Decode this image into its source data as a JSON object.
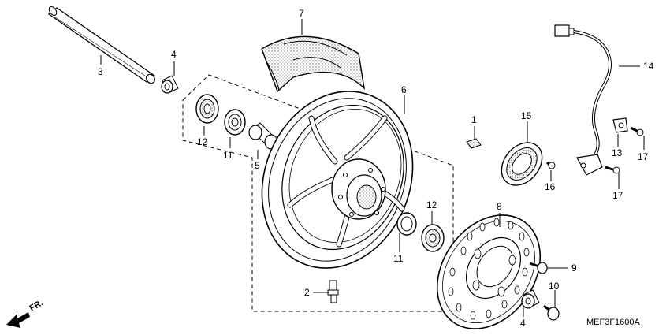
{
  "diagram": {
    "callouts": [
      {
        "id": "c7",
        "text": "7"
      },
      {
        "id": "c3",
        "text": "3"
      },
      {
        "id": "c4a",
        "text": "4"
      },
      {
        "id": "c6",
        "text": "6"
      },
      {
        "id": "c12a",
        "text": "12"
      },
      {
        "id": "c11a",
        "text": "11"
      },
      {
        "id": "c5",
        "text": "5"
      },
      {
        "id": "c1",
        "text": "1"
      },
      {
        "id": "c15",
        "text": "15"
      },
      {
        "id": "c14",
        "text": "14"
      },
      {
        "id": "c13",
        "text": "13"
      },
      {
        "id": "c17a",
        "text": "17"
      },
      {
        "id": "c16",
        "text": "16"
      },
      {
        "id": "c17b",
        "text": "17"
      },
      {
        "id": "c12b",
        "text": "12"
      },
      {
        "id": "c11b",
        "text": "11"
      },
      {
        "id": "c8",
        "text": "8"
      },
      {
        "id": "c9",
        "text": "9"
      },
      {
        "id": "c10",
        "text": "10"
      },
      {
        "id": "c4b",
        "text": "4"
      },
      {
        "id": "c2",
        "text": "2"
      }
    ],
    "direction_label": "FR.",
    "code": "MEF3F1600A"
  }
}
